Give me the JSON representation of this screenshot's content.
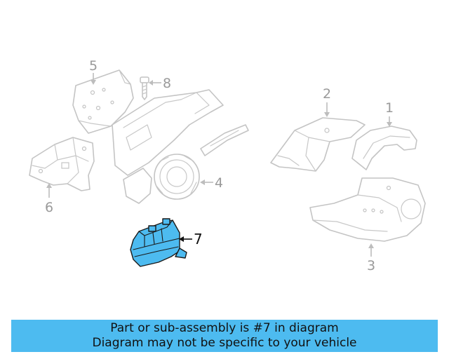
{
  "callouts": {
    "c1": "1",
    "c2": "2",
    "c3": "3",
    "c4": "4",
    "c5": "5",
    "c6": "6",
    "c7": "7",
    "c8": "8"
  },
  "highlight": {
    "part_number": "7",
    "color": "#4dbbf0"
  },
  "banner": {
    "line1": "Part or sub-assembly is #7 in diagram",
    "line2": "Diagram may not be specific to your vehicle"
  }
}
